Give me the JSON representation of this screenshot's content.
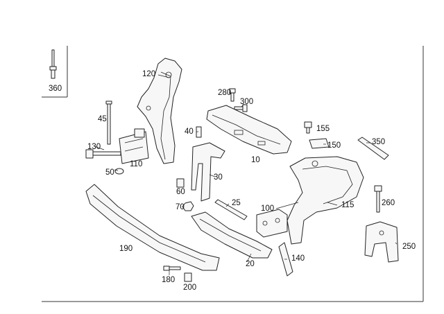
{
  "labels": {
    "p360": "360",
    "p120": "120",
    "p280": "280",
    "p300": "300",
    "p45": "45",
    "p40": "40",
    "p155": "155",
    "p130": "130",
    "p110": "110",
    "p150": "150",
    "p350": "350",
    "p10": "10",
    "p50": "50",
    "p30": "30",
    "p60": "60",
    "p25": "25",
    "p70": "70",
    "p115": "115",
    "p260": "260",
    "p100": "100",
    "p190": "190",
    "p250": "250",
    "p140": "140",
    "p20": "20",
    "p180": "180",
    "p200": "200"
  }
}
